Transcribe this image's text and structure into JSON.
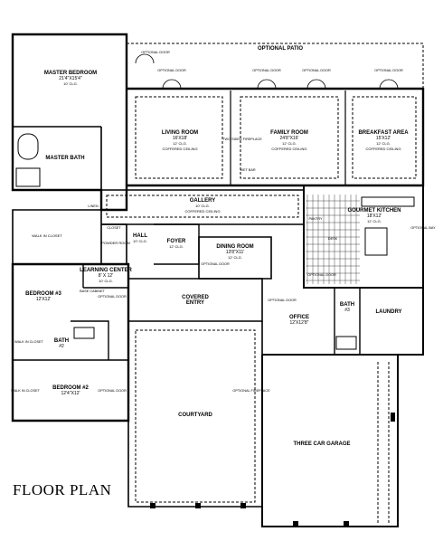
{
  "title": "FLOOR PLAN",
  "rooms": {
    "master_bedroom": {
      "name": "MASTER BEDROOM",
      "dims": "21'4\"X15'4\"",
      "note": "10' CLG."
    },
    "master_bath": {
      "name": "MASTER BATH"
    },
    "walkin_closet_master": {
      "name": "WALK IN CLOSET"
    },
    "living_room": {
      "name": "LIVING ROOM",
      "dims": "16'X18'",
      "note": "12' CLG.",
      "note2": "COFFERED CEILING"
    },
    "family_room": {
      "name": "FAMILY ROOM",
      "dims": "24'8\"X16'",
      "note": "12' CLG.",
      "note2": "COFFERED CEILING"
    },
    "breakfast_area": {
      "name": "BREAKFAST AREA",
      "dims": "15'X12'",
      "note": "12' CLG.",
      "note2": "COFFERED CEILING"
    },
    "gallery": {
      "name": "GALLERY",
      "note": "10' CLG.",
      "note2": "COFFERED CEILING"
    },
    "gourmet_kitchen": {
      "name": "GOURMET KITCHEN",
      "dims": "18'X12'",
      "note": "12' CLG."
    },
    "dining_room": {
      "name": "DINING ROOM",
      "dims": "13'8\"X11'",
      "note": "12' CLG."
    },
    "foyer": {
      "name": "FOYER",
      "note": "12' CLG."
    },
    "hall": {
      "name": "HALL",
      "note": "10' CLG."
    },
    "powder_room": {
      "name": "POWDER ROOM"
    },
    "learning_center": {
      "name": "LEARNING CENTER",
      "dims": "8' X 12'",
      "note": "10' CLG."
    },
    "bedroom3": {
      "name": "BEDROOM #3",
      "dims": "12'X12'"
    },
    "bath2": {
      "name": "BATH",
      "dims": "#2"
    },
    "bedroom2": {
      "name": "BEDROOM #2",
      "dims": "12'4\"X12'"
    },
    "covered_entry": {
      "name": "COVERED",
      "name2": "ENTRY"
    },
    "office": {
      "name": "OFFICE",
      "dims": "12'X12'8\""
    },
    "bath3": {
      "name": "BATH",
      "dims": "#3"
    },
    "laundry": {
      "name": "LAUNDRY"
    },
    "courtyard": {
      "name": "COURTYARD"
    },
    "garage": {
      "name": "THREE CAR GARAGE"
    },
    "patio": {
      "name": "OPTIONAL PATIO"
    }
  },
  "notes": {
    "optional_door": "OPTIONAL DOOR",
    "optional_fireplace": "OPTIONAL FIREPLACE",
    "optional_bay": "OPTIONAL BAY",
    "two_sided_fireplace": "TWO SIDED FIREPLACE",
    "wet_bar": "WET BAR",
    "linen": "LINEN",
    "pantry": "PANTRY",
    "walk_in_closet": "WALK IN CLOSET",
    "closet": "CLOSET",
    "base_cabinet": "BASE CABINET",
    "desk": "DESK"
  }
}
